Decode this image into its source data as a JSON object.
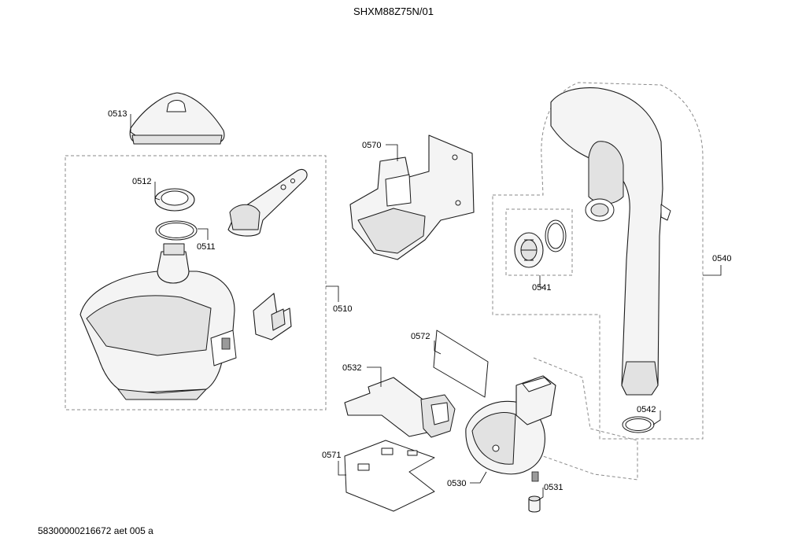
{
  "header": {
    "title": "SHXM88Z75N/01"
  },
  "footer": {
    "code": "58300000216672 aet 005 a"
  },
  "callouts": {
    "p0513": "0513",
    "p0512": "0512",
    "p0511": "0511",
    "p0510": "0510",
    "p0570": "0570",
    "p0541": "0541",
    "p0540": "0540",
    "p0572": "0572",
    "p0532": "0532",
    "p0571": "0571",
    "p0530": "0530",
    "p0531": "0531",
    "p0542": "0542"
  }
}
